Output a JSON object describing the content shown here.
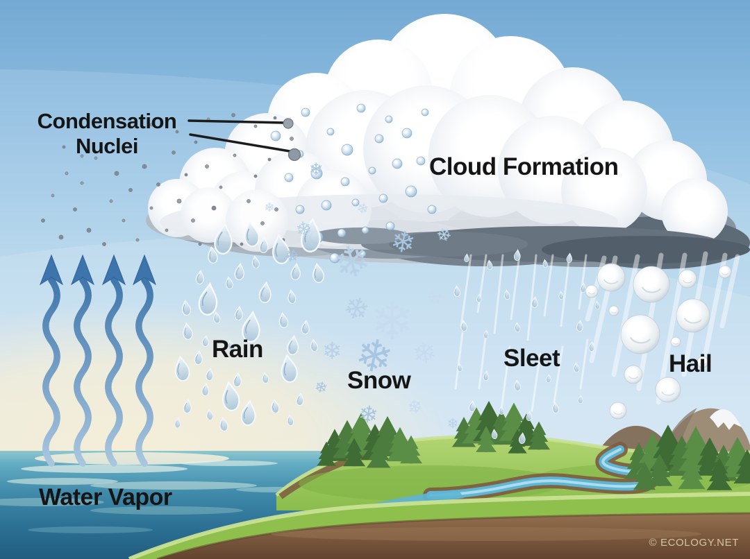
{
  "labels": {
    "condensation_line1": "Condensation",
    "condensation_line2": "Nuclei",
    "cloud_formation": "Cloud Formation",
    "rain": "Rain",
    "snow": "Snow",
    "sleet": "Sleet",
    "hail": "Hail",
    "water_vapor": "Water Vapor"
  },
  "credit": "© ECOLOGY.NET",
  "icons": {
    "snowflake_glyph": "❄"
  },
  "colors": {
    "sky_top": "#74a9d3",
    "sky_bottom": "#d4e6f4",
    "horizon_cream": "#f4eed7",
    "sea_deep": "#215d7e",
    "grass": "#8abc4c",
    "soil": "#7a583e",
    "river": "#5eb5d4",
    "arrow_blue": "#4077ac",
    "cloud_dark_shadow": "#5d6a76",
    "label_text": "#151515",
    "credit_text": "#d6c3a4"
  }
}
